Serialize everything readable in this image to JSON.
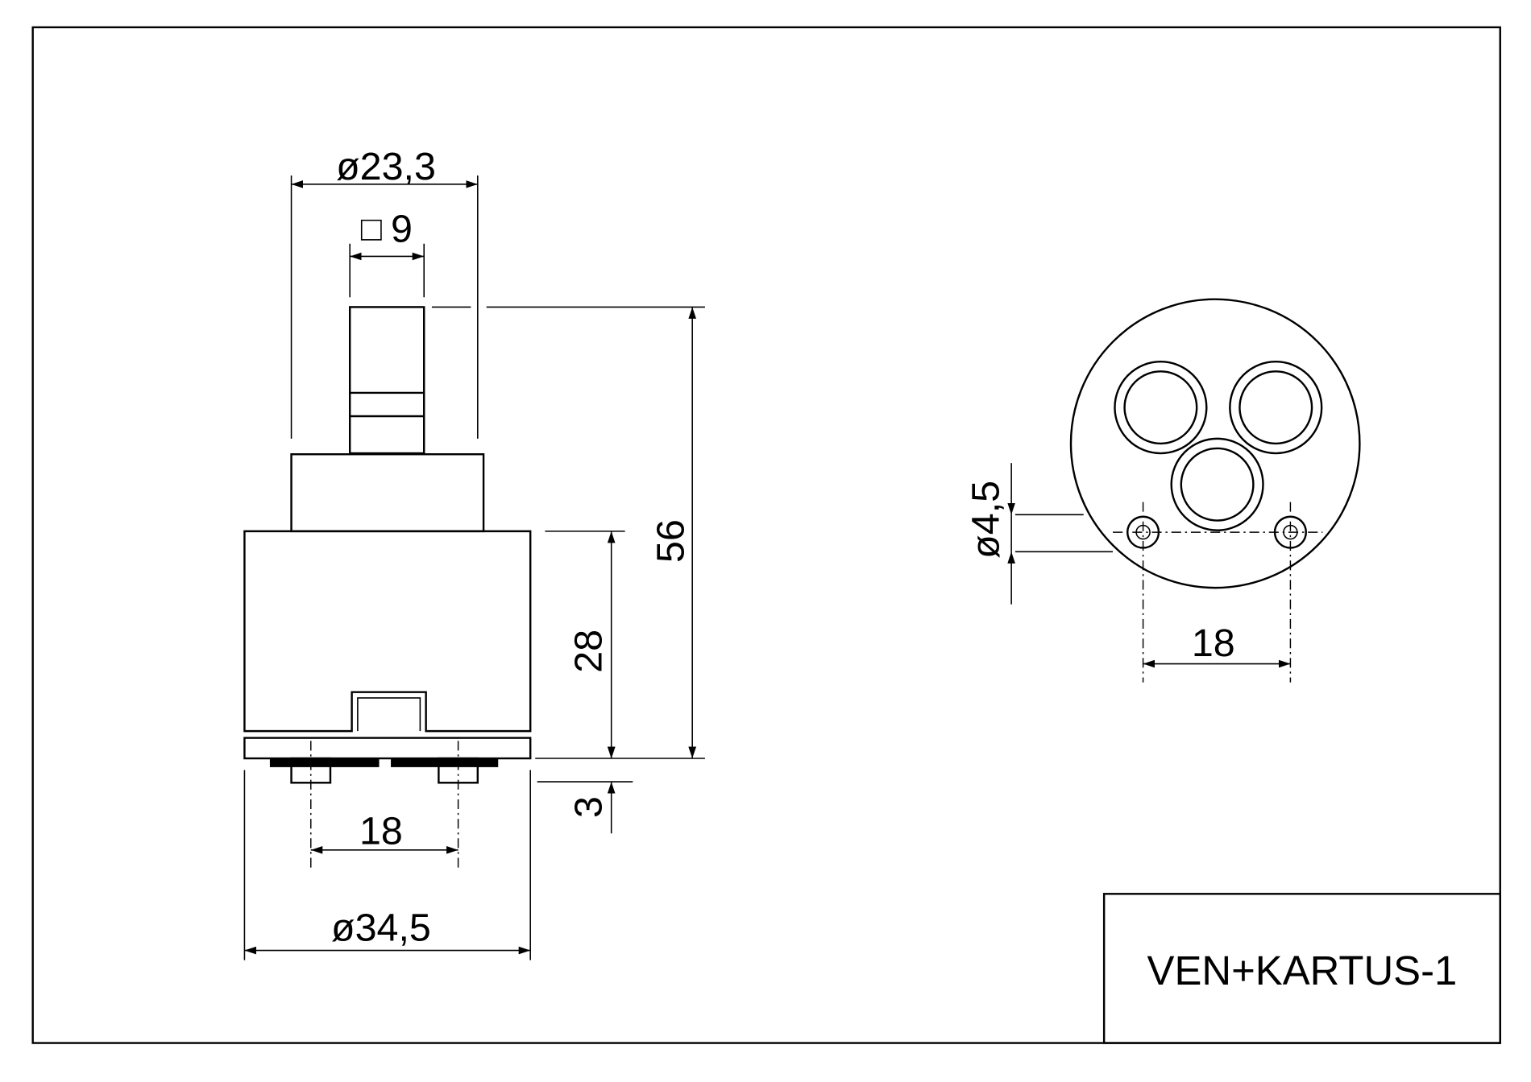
{
  "title_block": {
    "text": "VEN+KARTUS-1"
  },
  "dimensions": {
    "top_diameter": "ø23,3",
    "square_stem": "9",
    "total_height": "56",
    "body_height": "28",
    "pin_height": "3",
    "pin_spacing_side": "18",
    "body_diameter": "ø34,5",
    "hole_diameter": "ø4,5",
    "pin_spacing_bottom": "18"
  }
}
